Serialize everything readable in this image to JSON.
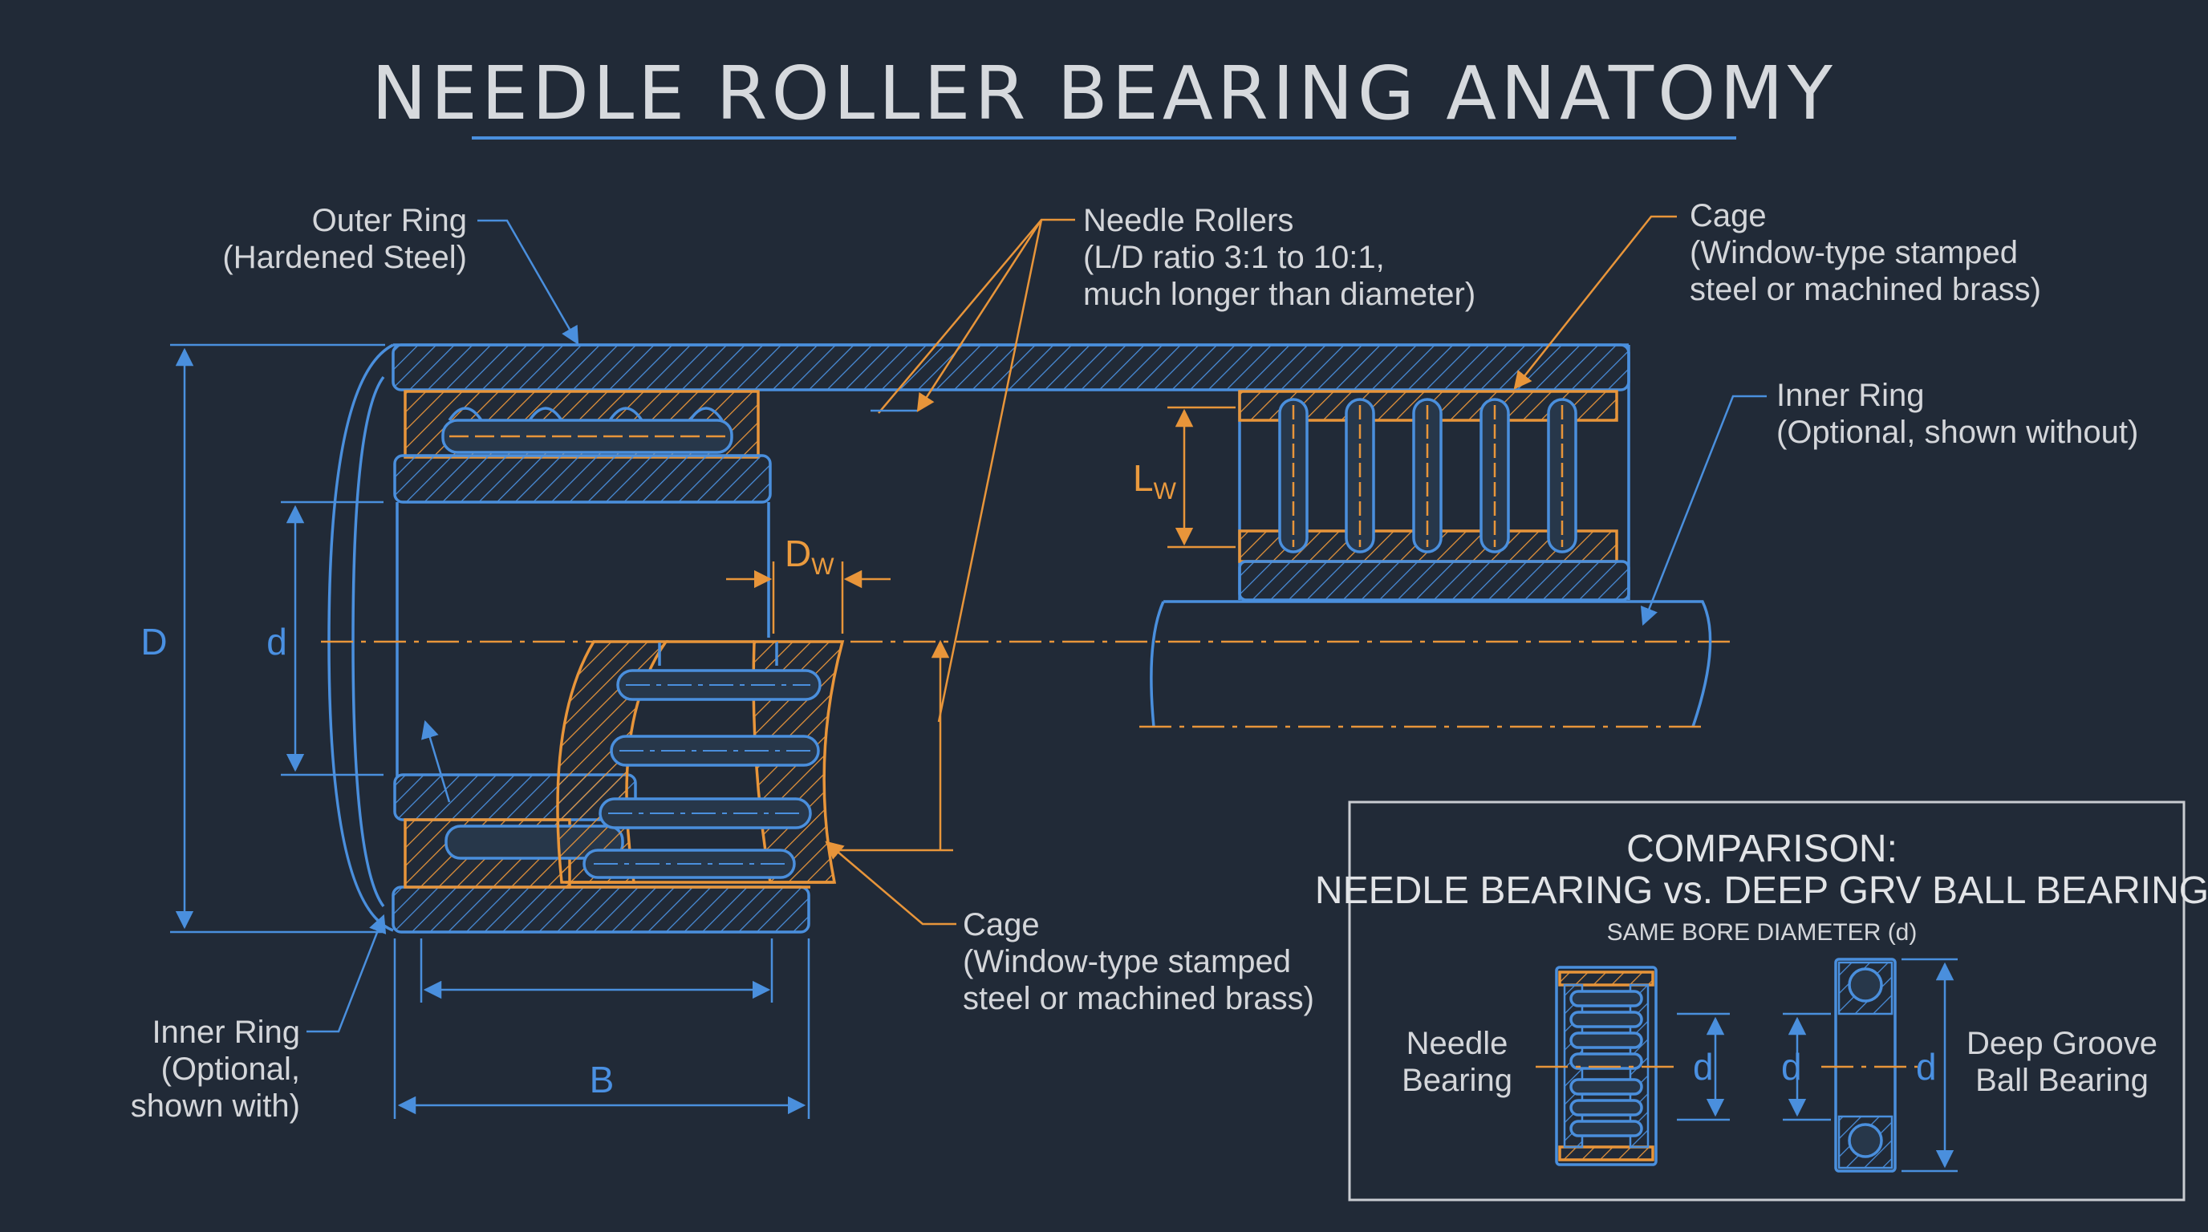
{
  "title": "NEEDLE ROLLER BEARING ANATOMY",
  "labels": {
    "outer_ring": [
      "Outer Ring",
      "(Hardened Steel)"
    ],
    "needle_rollers": [
      "Needle Rollers",
      "(L/D ratio 3:1 to 10:1,",
      "much longer than diameter)"
    ],
    "cage_top": [
      "Cage",
      "(Window-type stamped",
      "steel or machined brass)"
    ],
    "inner_ring_without": [
      "Inner Ring",
      "(Optional, shown without)"
    ],
    "cage_bottom": [
      "Cage",
      "(Window-type stamped",
      "steel or machined brass)"
    ],
    "inner_ring_with": [
      "Inner Ring",
      "(Optional,",
      "shown with)"
    ]
  },
  "dimensions": {
    "outer_diameter": "D",
    "bore_diameter": "d",
    "width": "B",
    "roller_diameter_main": "D",
    "roller_diameter_sub": "W",
    "roller_length_main": "L",
    "roller_length_sub": "W"
  },
  "comparison": {
    "heading_line1": "COMPARISON:",
    "heading_line2": "NEEDLE BEARING vs. DEEP GRV BALL BEARING",
    "subheading": "SAME BORE DIAMETER (d)",
    "left_label": [
      "Needle",
      "Bearing"
    ],
    "right_label": [
      "Deep Groove",
      "Ball Bearing"
    ],
    "bore_left": "d",
    "bore_mid": "d",
    "bore_right": "d"
  },
  "colors": {
    "background": "#212a37",
    "blue_lines": "#4a8fdd",
    "orange_lines": "#e8953a",
    "text": "#d4d6da"
  }
}
